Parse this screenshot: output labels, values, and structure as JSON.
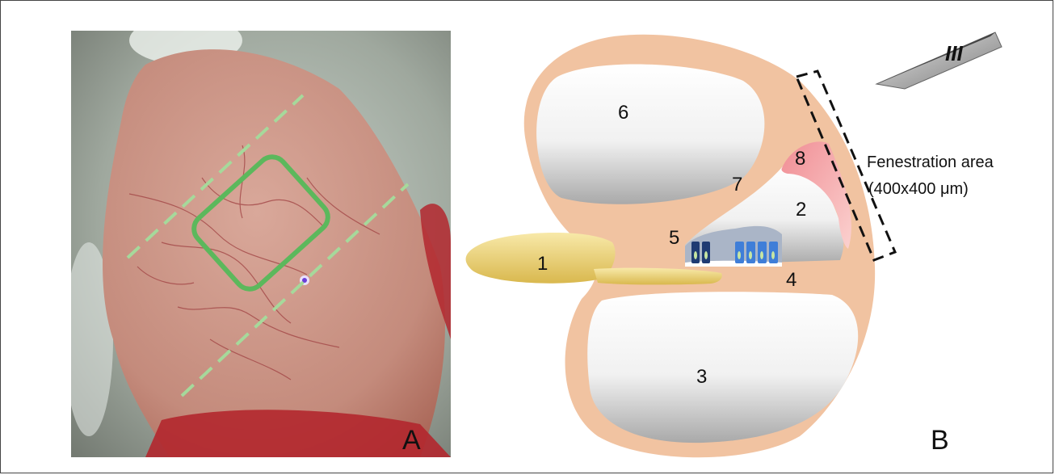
{
  "panels": {
    "photo_label": "A",
    "diagram_label": "B"
  },
  "diagram": {
    "numbers": [
      "1",
      "2",
      "3",
      "4",
      "5",
      "6",
      "7",
      "8"
    ],
    "fenestration_title": "Fenestration area",
    "fenestration_size": "(400x400 μm)",
    "blade_mark": "III"
  },
  "colors": {
    "tissue": "#f1c3a1",
    "chamber": "#f4f4f4",
    "nerve": "#f2d97e",
    "ligament": "#f3a4a6",
    "window_outline": "#5cb85c",
    "cut_lines": "#a6d99b"
  }
}
